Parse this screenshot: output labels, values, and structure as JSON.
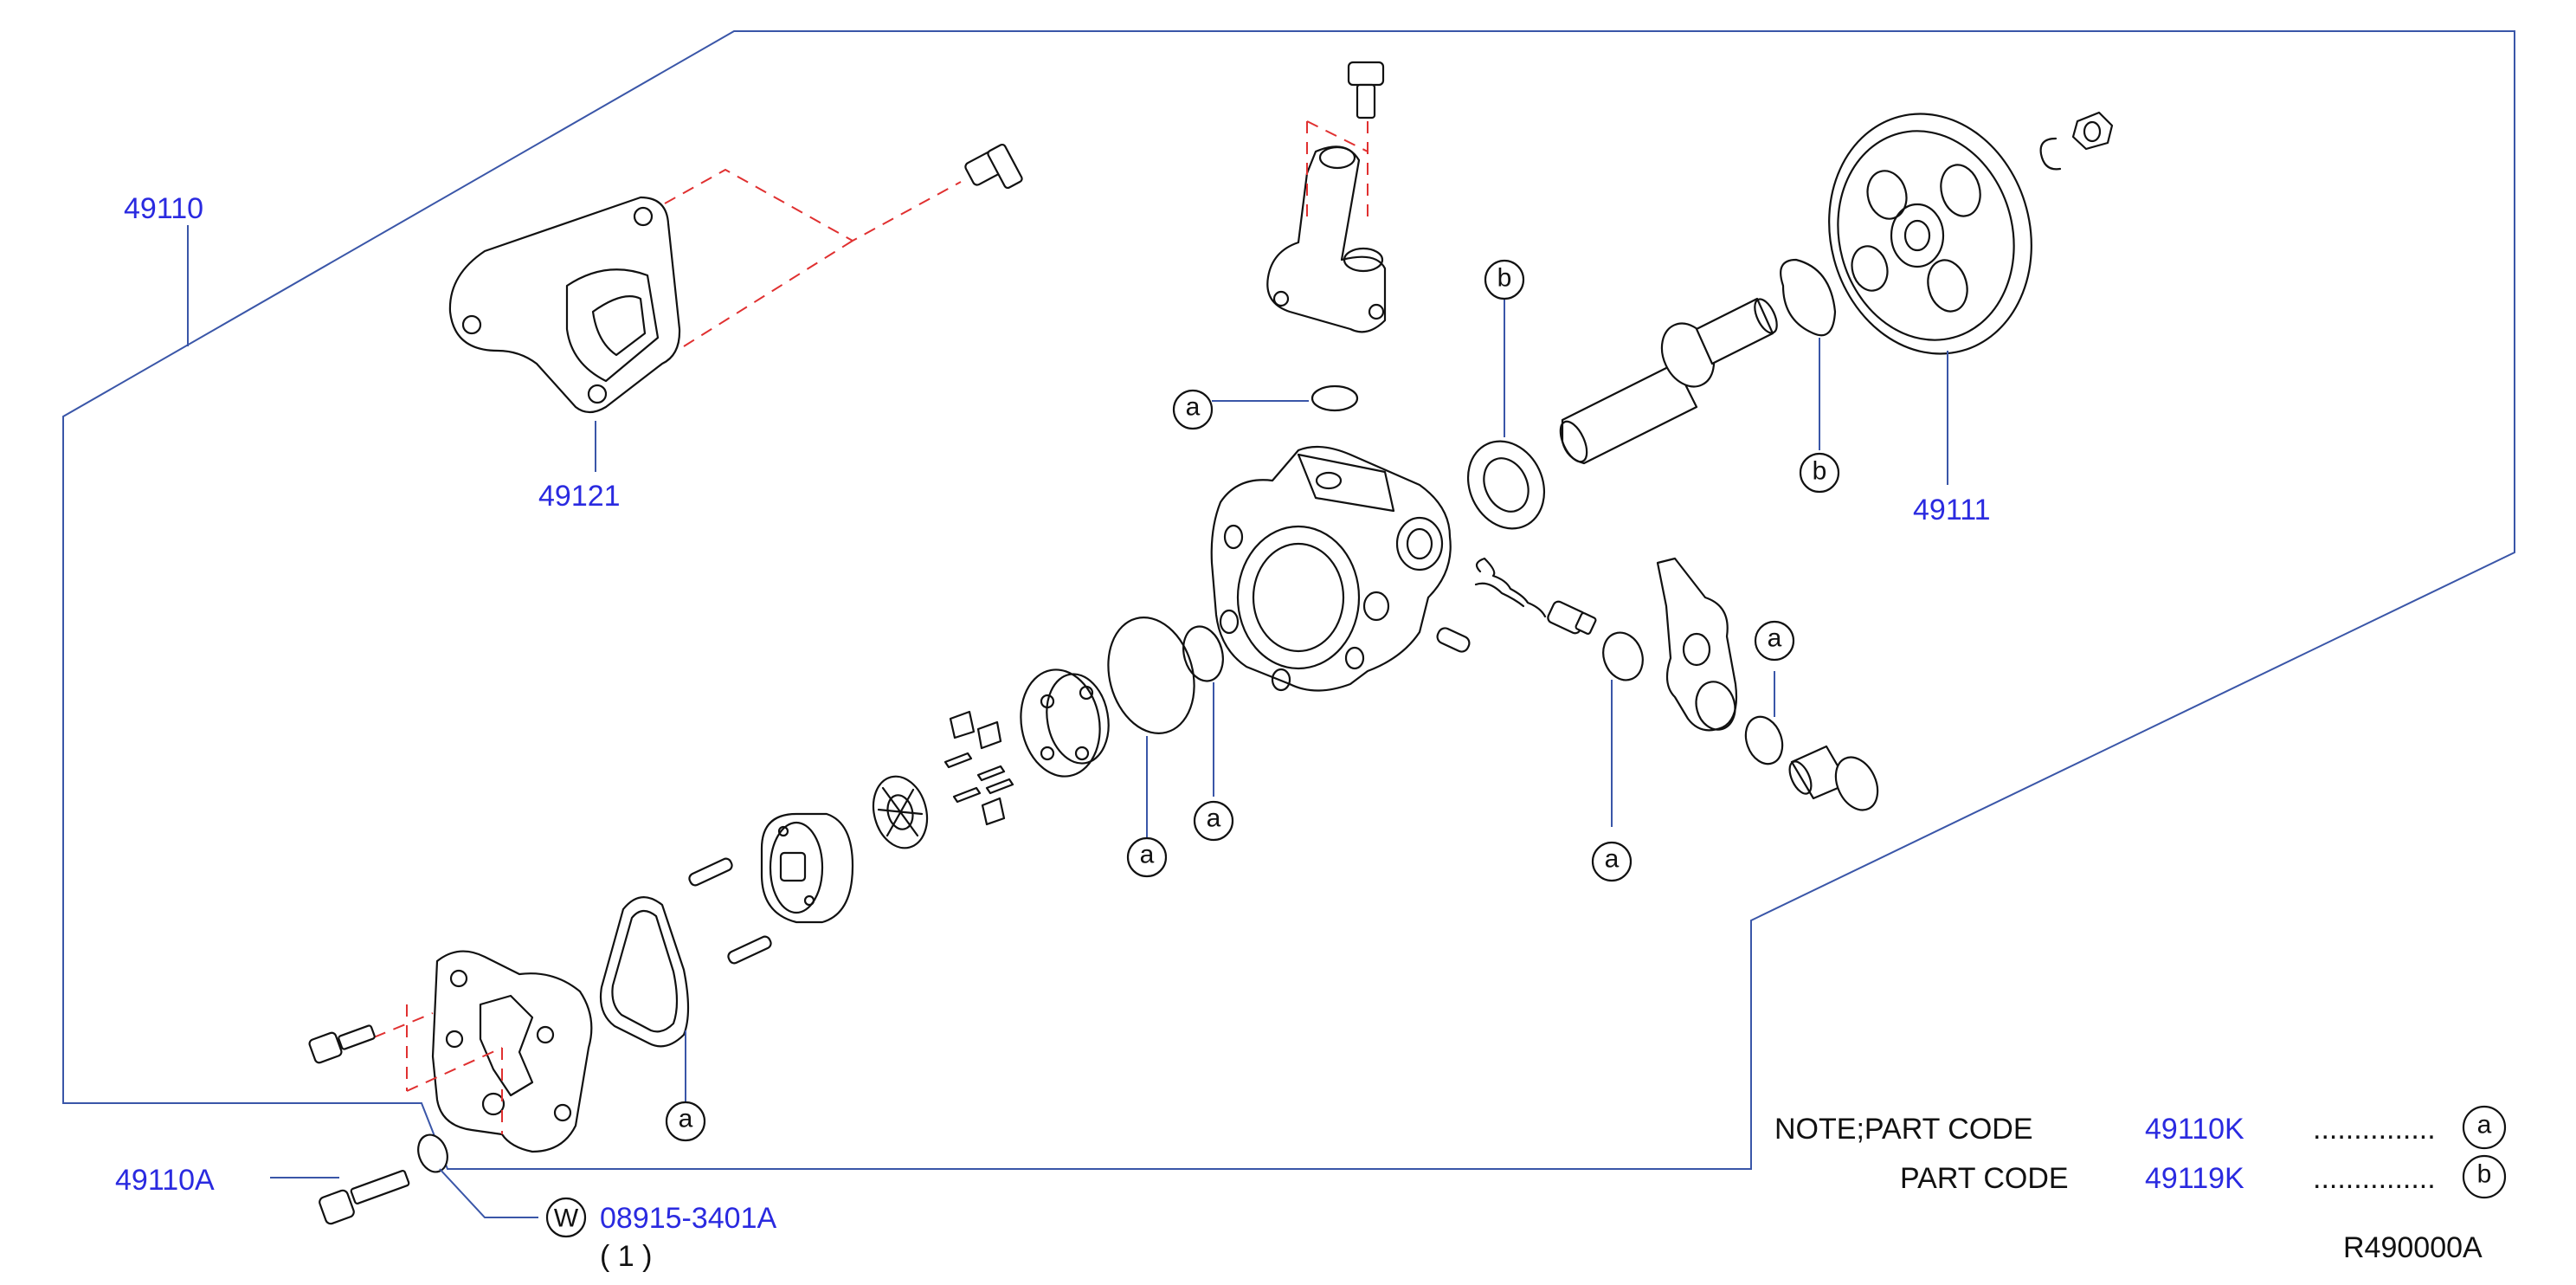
{
  "callouts": {
    "assembly": "49110",
    "bracket": "49121",
    "pulley": "49111",
    "bolt": "49110A",
    "washer": "08915-3401A",
    "washer_qty": "( 1 )",
    "washer_symbol": "W"
  },
  "ref_letters": {
    "a": "a",
    "b": "b"
  },
  "note": {
    "row1_prefix": "NOTE;PART  CODE",
    "row1_code": "49110K",
    "row1_dots": "...............",
    "row1_ref": "a",
    "row2_prefix": "PART  CODE",
    "row2_code": "49119K",
    "row2_dots": "...............",
    "row2_ref": "b"
  },
  "diagram_id": "R490000A",
  "colors": {
    "label": "#2a2ae0",
    "leader": "#3a56a8",
    "dashed": "#e03030",
    "ink": "#111111"
  }
}
